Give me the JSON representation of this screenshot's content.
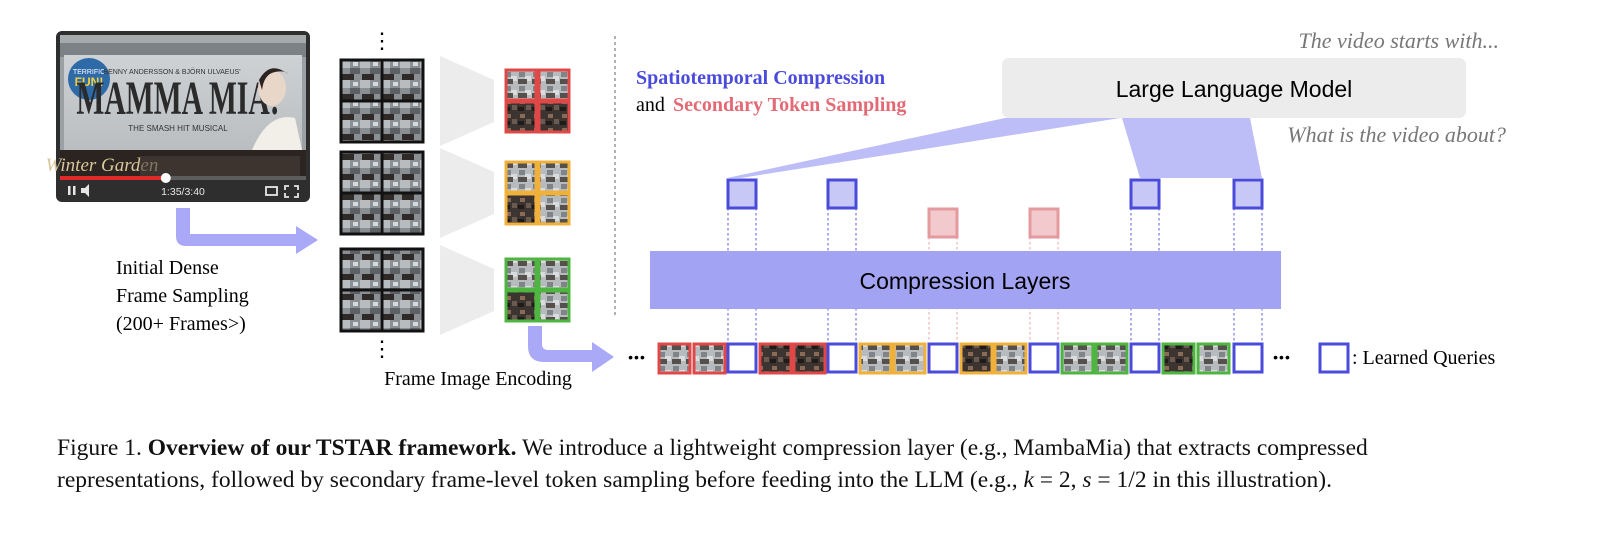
{
  "video_player": {
    "poster_title": "MAMMA MIA!",
    "poster_header": "BENNY ANDERSSON & BJÖRN ULVAEUS'",
    "poster_subtitle": "THE SMASH HIT MUSICAL",
    "badge_text_1": "TERRIFIC",
    "badge_text_2": "FUN!",
    "marquee_text": "Winter Garden",
    "timestamp": "1:35/3:40",
    "progress_fraction": 0.43
  },
  "labels": {
    "initial_sampling": [
      "Initial Dense",
      "Frame Sampling",
      "(200+ Frames>)"
    ],
    "frame_encoding": "Frame Image Encoding",
    "compression_title": "Spatiotemporal Compression",
    "and_word": "and",
    "secondary_sampling": "Secondary Token Sampling",
    "llm": "Large Language Model",
    "compression_layers": "Compression Layers",
    "prompt_top": "The video starts with...",
    "prompt_bottom": "What is the video about?",
    "ellipsis_v": "⋮",
    "ellipsis_h": "•••",
    "legend": ": Learned Queries"
  },
  "colors": {
    "query": "#4a4adb",
    "query_fill": "#c8c8f6",
    "sampled": "#e59aa0",
    "sampled_fill": "#f2c9cc",
    "red": "#e04848",
    "yellow": "#f0b13a",
    "green": "#4db540",
    "arrow": "#a9a9f7",
    "compression_fill": "#a3a3f3",
    "llm_fill": "#ececec",
    "title_blue": "#4a4adb",
    "title_red": "#e36a74"
  },
  "caption": {
    "figure_label": "Figure 1.",
    "bold_title": "Overview of our TSTAR framework.",
    "line1_rest": "We introduce a lightweight compression layer (e.g., MambaMia) that extracts compressed",
    "line2_start": "representations, followed by secondary frame-level token sampling before feeding into the LLM (e.g.,",
    "k_var": "k",
    "k_eq": "= 2,",
    "s_var": "s",
    "s_eq": "= 1/2 in this illustration)."
  }
}
